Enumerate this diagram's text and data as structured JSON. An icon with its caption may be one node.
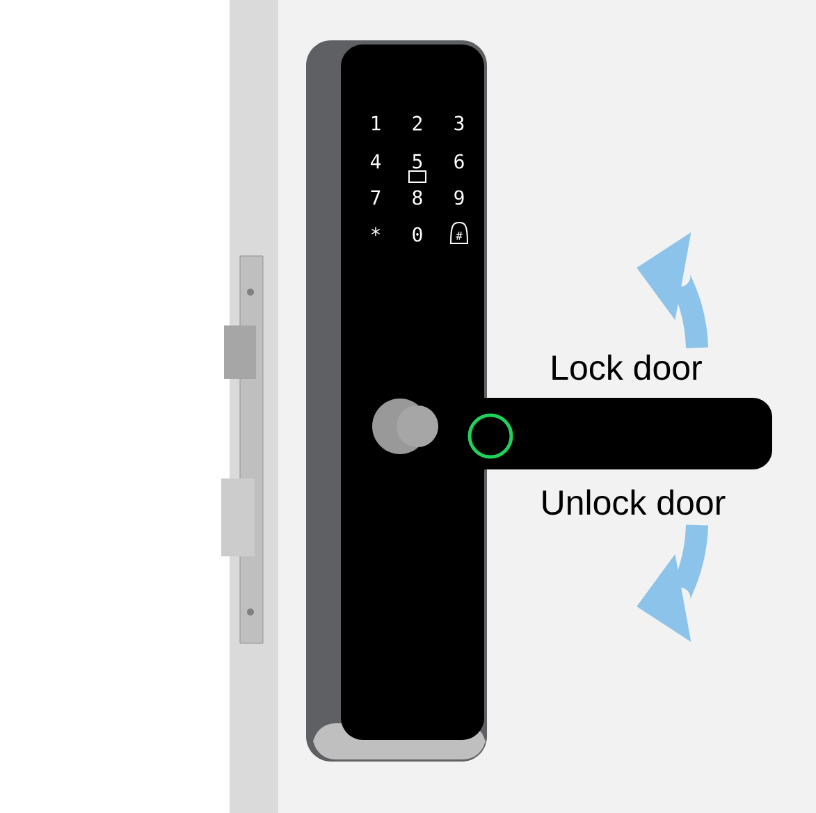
{
  "diagram": {
    "labels": [
      "1",
      "2",
      "3",
      "4",
      "5",
      "6",
      "7",
      "8",
      "9",
      "*",
      "0",
      "#",
      "Lock door",
      "Unlock door"
    ]
  }
}
